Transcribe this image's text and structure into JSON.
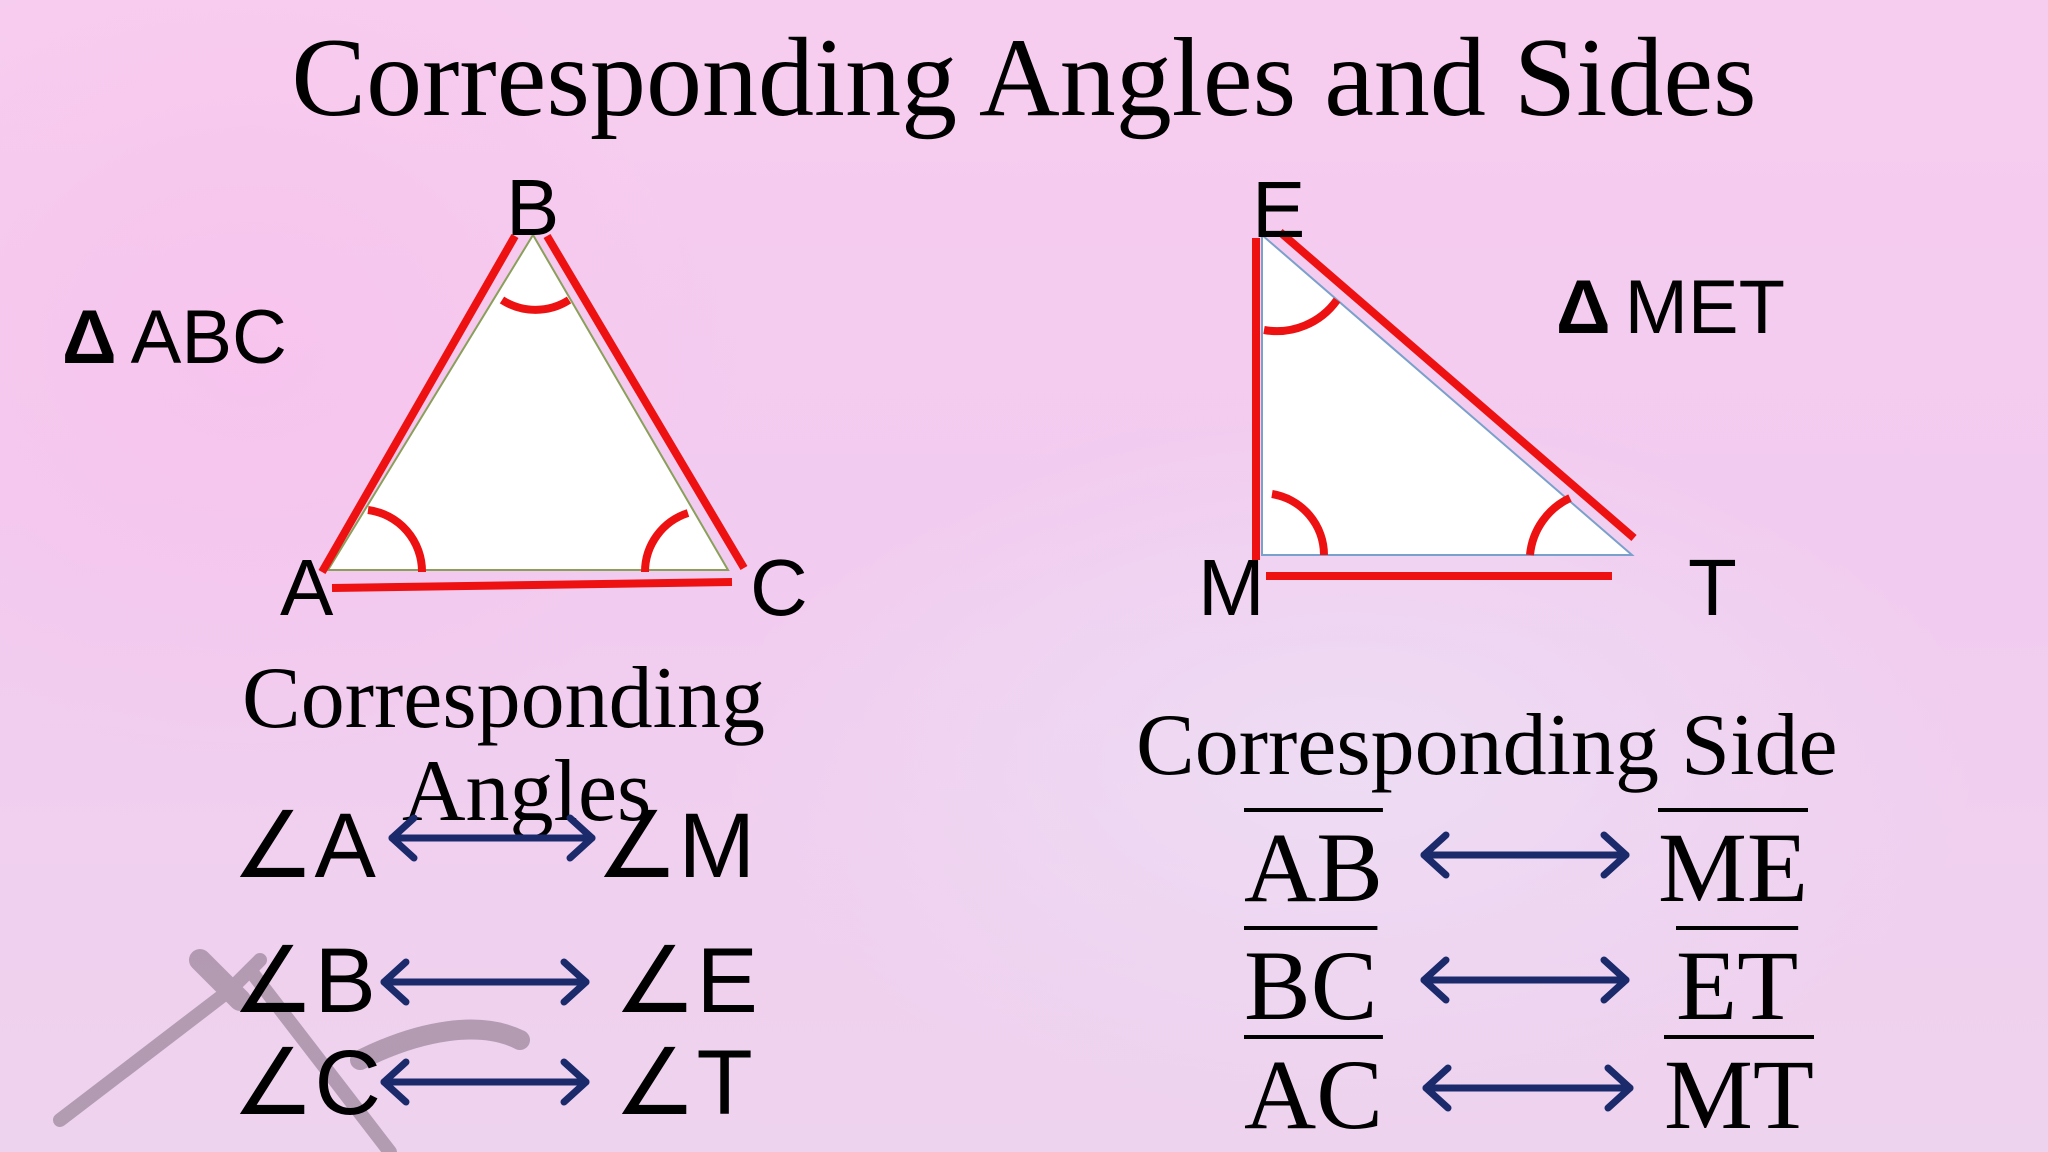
{
  "title": "Corresponding Angles and Sides",
  "triangle_left": {
    "name_symbol": "Δ",
    "name": "ABC",
    "vertices": {
      "a": "A",
      "b": "B",
      "c": "C"
    }
  },
  "triangle_right": {
    "name_symbol": "Δ",
    "name": "MET",
    "vertices": {
      "e": "E",
      "m": "M",
      "t": "T"
    }
  },
  "angles": {
    "heading_line1": "Corresponding",
    "heading_line2": "Angles",
    "pairs": [
      {
        "left": "∠A",
        "right": "∠M"
      },
      {
        "left": "∠B",
        "right": "∠E"
      },
      {
        "left": "∠C",
        "right": "∠T"
      }
    ]
  },
  "sides": {
    "heading": "Corresponding Side",
    "pairs": [
      {
        "left": "AB",
        "right": "ME"
      },
      {
        "left": "BC",
        "right": "ET"
      },
      {
        "left": "AC",
        "right": "MT"
      }
    ]
  },
  "colors": {
    "highlight": "#ee1111",
    "arrow": "#1b2a6b",
    "triangle_fill": "#ffffff"
  }
}
